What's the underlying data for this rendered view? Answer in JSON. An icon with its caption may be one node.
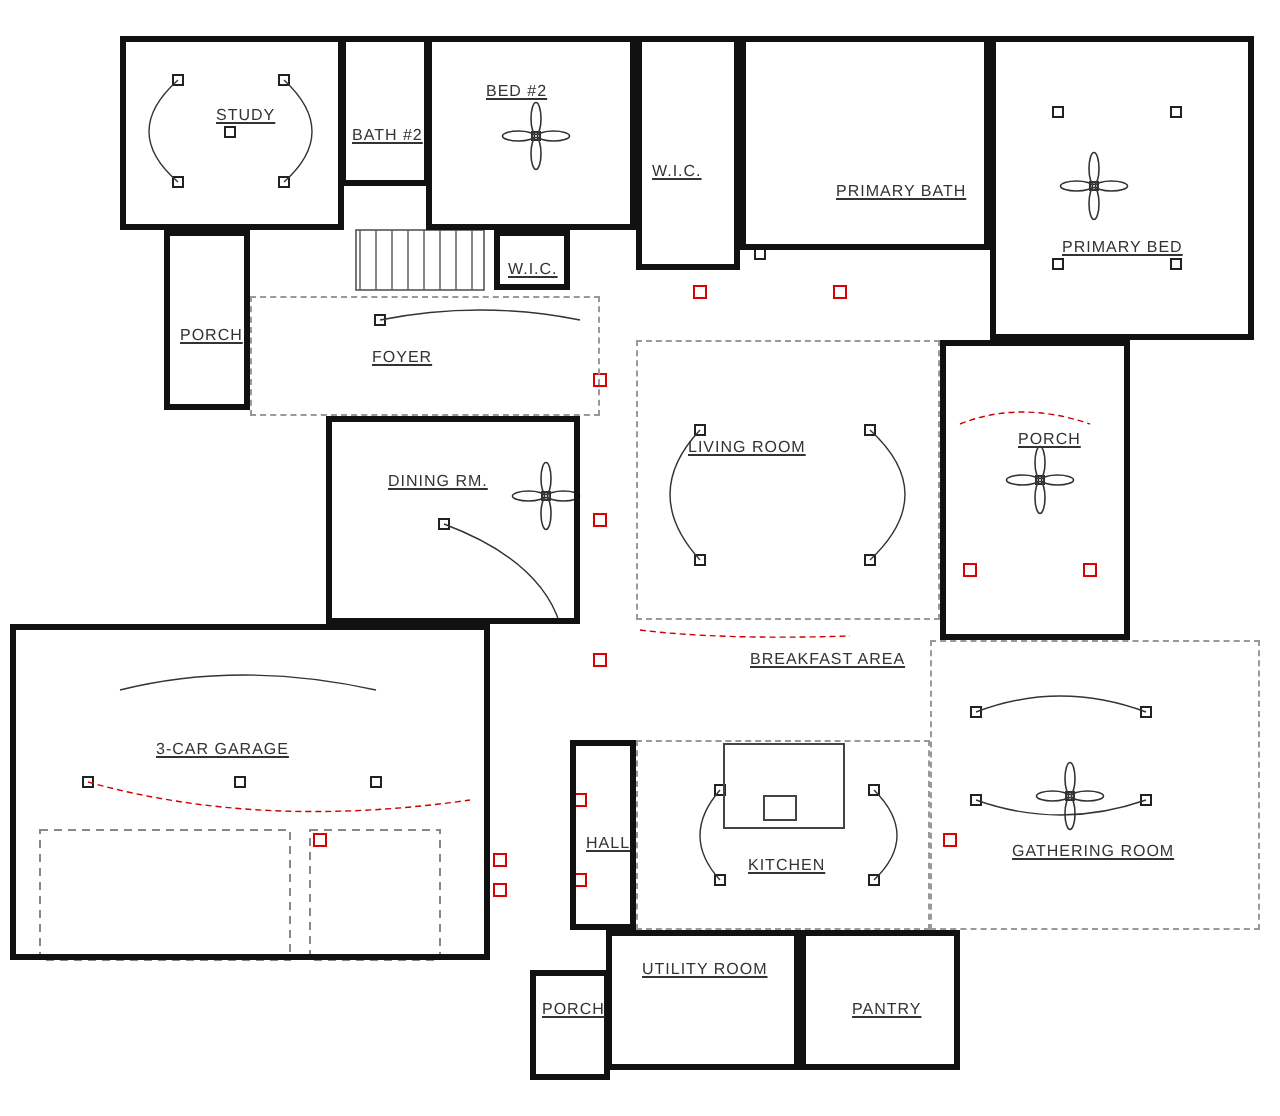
{
  "diagram": {
    "nodes": [
      {
        "text": [
          "STUDY"
        ]
      },
      {
        "text": [
          "BATH #2"
        ]
      },
      {
        "text": [
          "BED #2"
        ]
      },
      {
        "text": [
          "W.I.C."
        ]
      },
      {
        "text": [
          "PRIMARY BATH"
        ]
      },
      {
        "text": [
          "PRIMARY BED"
        ]
      },
      {
        "text": [
          "W.I.C."
        ]
      },
      {
        "text": [
          "PORCH"
        ]
      },
      {
        "text": [
          "FOYER"
        ]
      },
      {
        "text": [
          "DINING RM."
        ]
      },
      {
        "text": [
          "LIVING ROOM"
        ]
      },
      {
        "text": [
          "PORCH"
        ]
      },
      {
        "text": [
          "3-CAR GARAGE"
        ]
      },
      {
        "text": [
          "GATHERING ROOM"
        ]
      },
      {
        "text": [
          "HALL"
        ]
      },
      {
        "text": [
          "KITCHEN"
        ]
      },
      {
        "text": [
          "UTILITY ROOM"
        ]
      },
      {
        "text": [
          "PANTRY"
        ]
      },
      {
        "text": [
          "PORCH"
        ]
      }
    ],
    "labels": [
      "BREAKFAST AREA"
    ]
  }
}
